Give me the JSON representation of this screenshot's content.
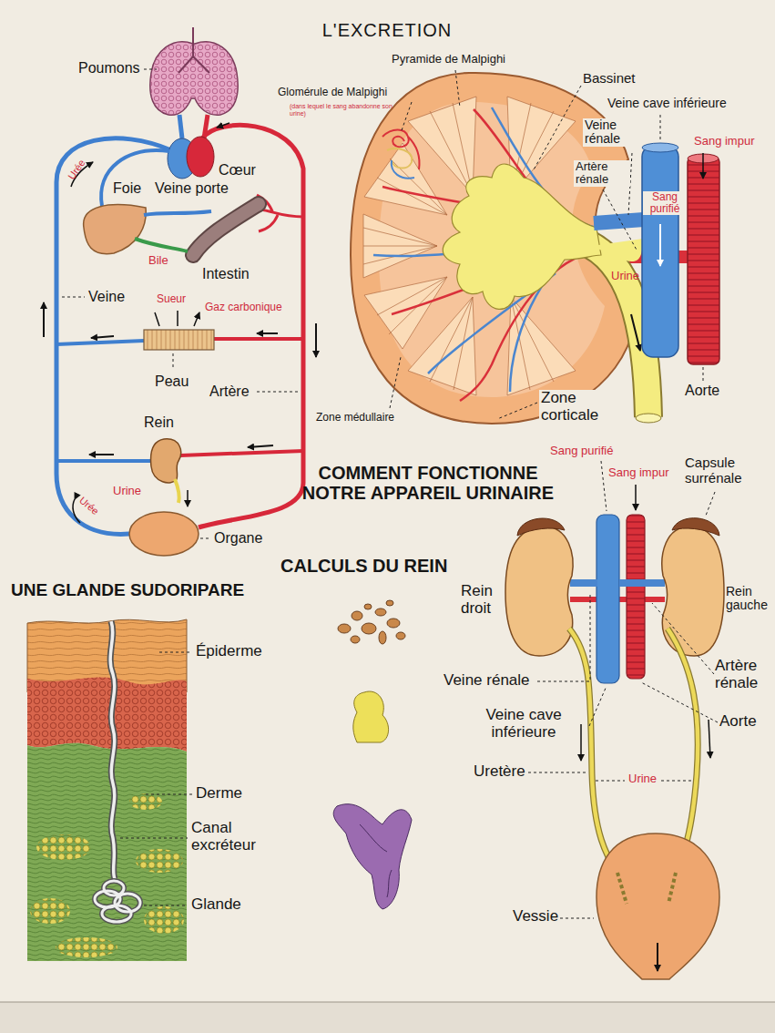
{
  "diagram": {
    "title": "L'EXCRETION",
    "labels": [
      "Poumons",
      "Cœur",
      "Urée",
      "Foie",
      "Veine porte",
      "Bile",
      "Intestin",
      "Veine",
      "Sueur",
      "Gaz carbonique",
      "Peau",
      "Artère",
      "Rein",
      "Urine",
      "Urée",
      "Organe",
      "Pyramide de Malpighi",
      "Glomérule de Malpighi",
      "(dans lequel le sang abandonne son urine)",
      "Bassinet",
      "Veine cave inférieure",
      "Veine rénale",
      "Artère rénale",
      "Sang impur",
      "Sang purifié",
      "Urine",
      "Zone médullaire",
      "Zone corticale",
      "Aorte",
      "COMMENT FONCTIONNE NOTRE APPAREIL URINAIRE",
      "CALCULS DU REIN",
      "UNE GLANDE SUDORIPARE",
      "Épiderme",
      "Derme",
      "Canal excréteur",
      "Glande",
      "Sang purifié",
      "Sang impur",
      "Capsule surrénale",
      "Rein droit",
      "Rein gauche",
      "Veine rénale",
      "Artère rénale",
      "Veine cave inférieure",
      "Aorte",
      "Uretère",
      "Urine",
      "Vessie"
    ]
  }
}
